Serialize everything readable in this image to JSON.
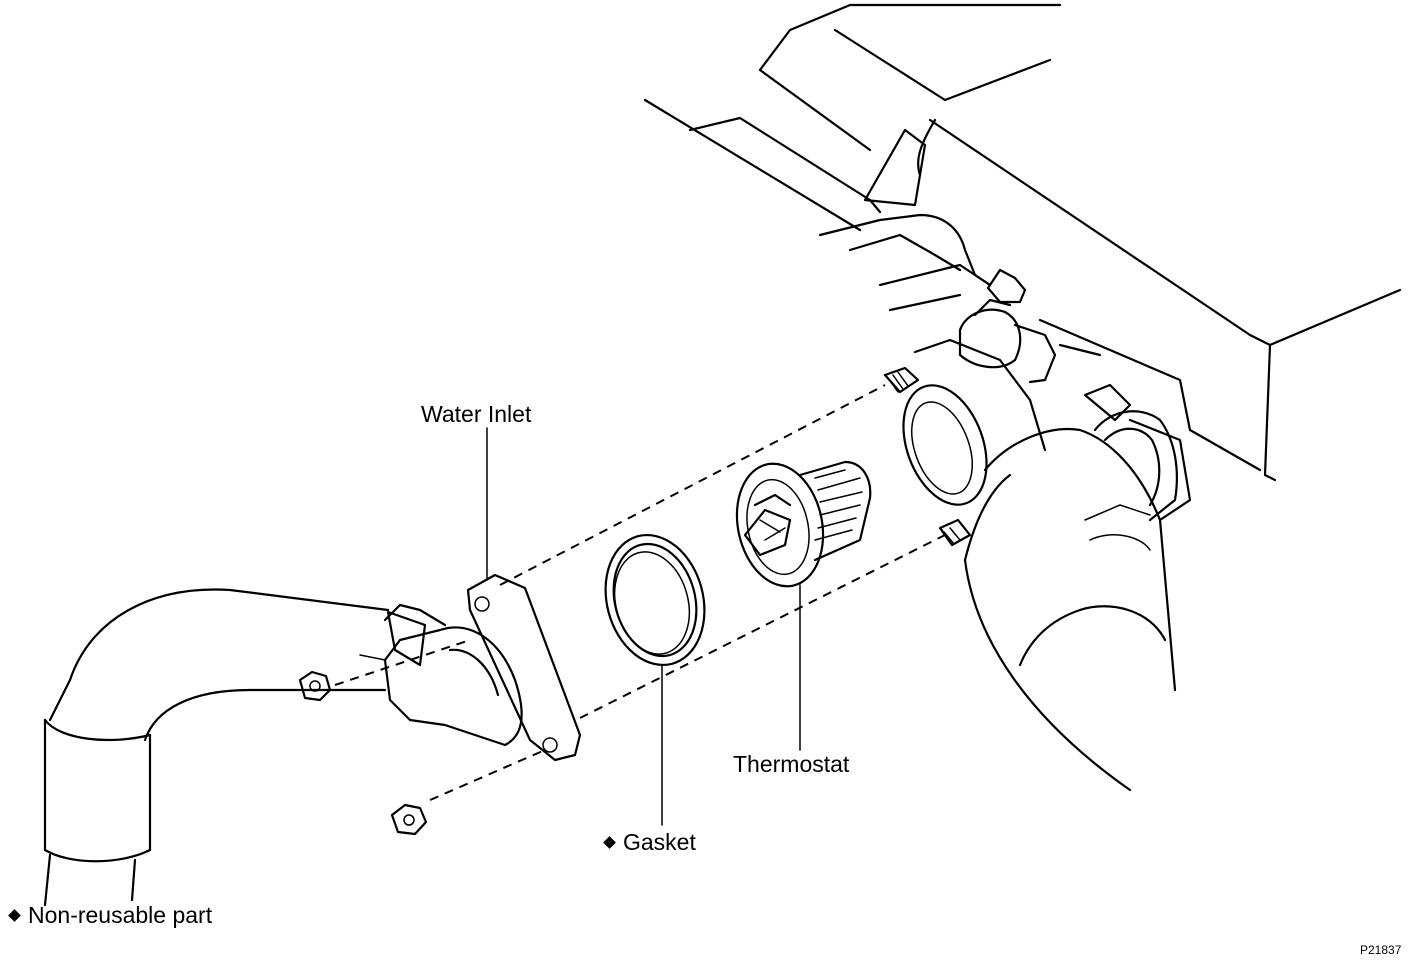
{
  "diagram": {
    "callouts": {
      "water_inlet": "Water Inlet",
      "thermostat": "Thermostat",
      "gasket": "Gasket"
    },
    "legend": {
      "non_reusable": "Non-reusable part"
    },
    "figure_id": "P21837",
    "marker_icon": "diamond-icon"
  }
}
